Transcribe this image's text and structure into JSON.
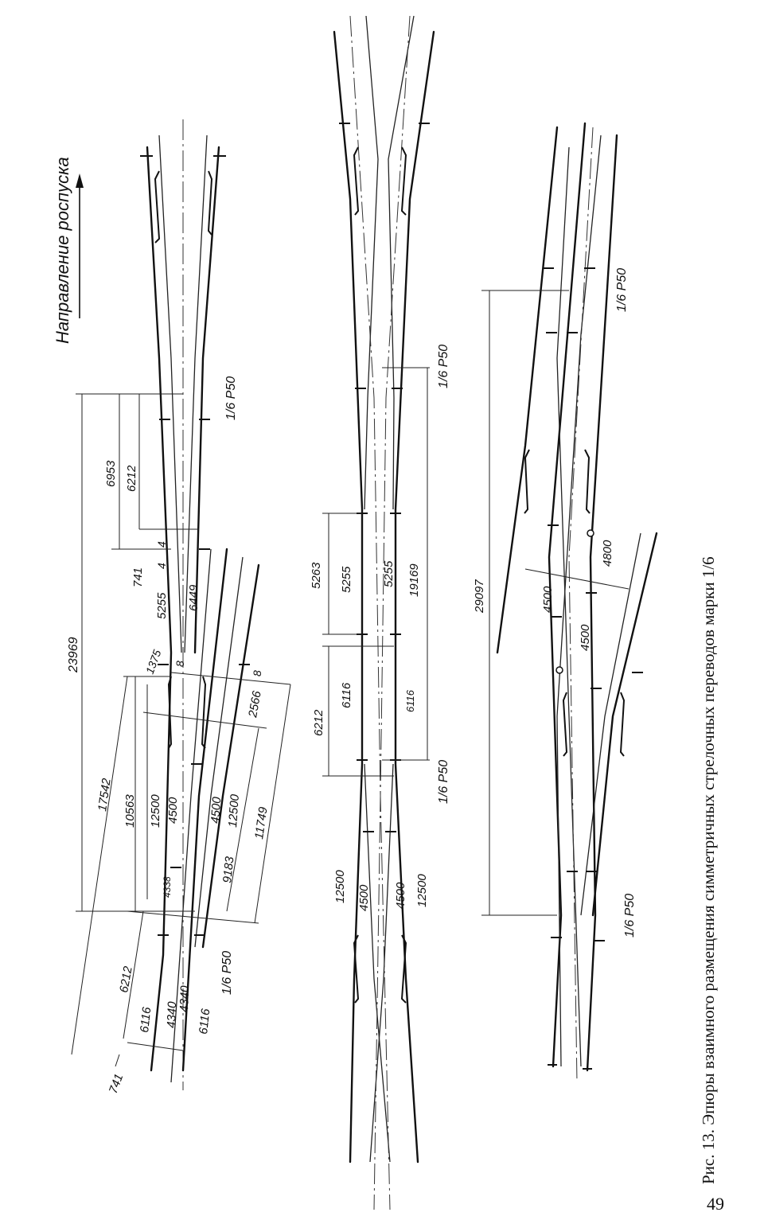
{
  "caption": "Рис. 13. Эпюры взаимного размещения симметричных стрелочных переводов марки 1/6",
  "page_number": "49",
  "direction_label": "Направление роспуска",
  "switch_label": "1/6 Р50",
  "scheme1": {
    "dimensions": [
      "23969",
      "6953",
      "6212",
      "741",
      "4",
      "4",
      "5255",
      "6449",
      "1375",
      "8",
      "8",
      "2566",
      "17542",
      "10563",
      "12500",
      "4500",
      "4500",
      "12500",
      "11749",
      "9183",
      "4338",
      "6212",
      "6116",
      "4340",
      "4340",
      "6116",
      "741"
    ]
  },
  "scheme2": {
    "dimensions": [
      "5263",
      "5255",
      "5255",
      "19169",
      "6212",
      "6116",
      "6116",
      "12500",
      "4500",
      "4500",
      "12500"
    ]
  },
  "scheme3": {
    "dimensions": [
      "29097",
      "4500",
      "4500",
      "4800"
    ]
  }
}
